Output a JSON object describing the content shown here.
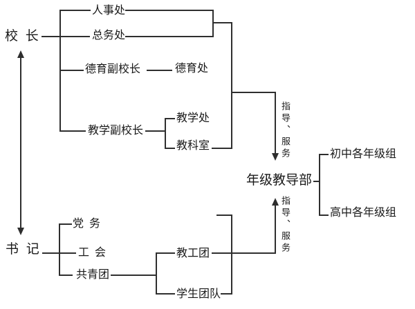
{
  "diagram": {
    "description": "school organization flowchart",
    "nodes": {
      "principal": "校 长",
      "secretary": "书 记",
      "hr_office": "人事处",
      "general_affairs_office": "总务处",
      "moral_vice_principal": "德育副校长",
      "moral_education_office": "德育处",
      "teaching_vice_principal": "教学副校长",
      "teaching_office": "教学处",
      "teaching_research_office": "教科室",
      "grade_guidance_dept": "年级教导部",
      "junior_grade_groups": "初中各年级组",
      "senior_grade_groups": "高中各年级组",
      "party_affairs": "党 务",
      "labor_union": "工 会",
      "youth_league": "共青团",
      "staff_league": "教工团",
      "student_league": "学生团队"
    },
    "labels": {
      "guidance_top": "指导、服务",
      "guidance_bottom": "指导、服务"
    },
    "colors": {
      "background": "#ffffff",
      "line": "#2e2e2e",
      "text": "#1a1a1a"
    }
  }
}
